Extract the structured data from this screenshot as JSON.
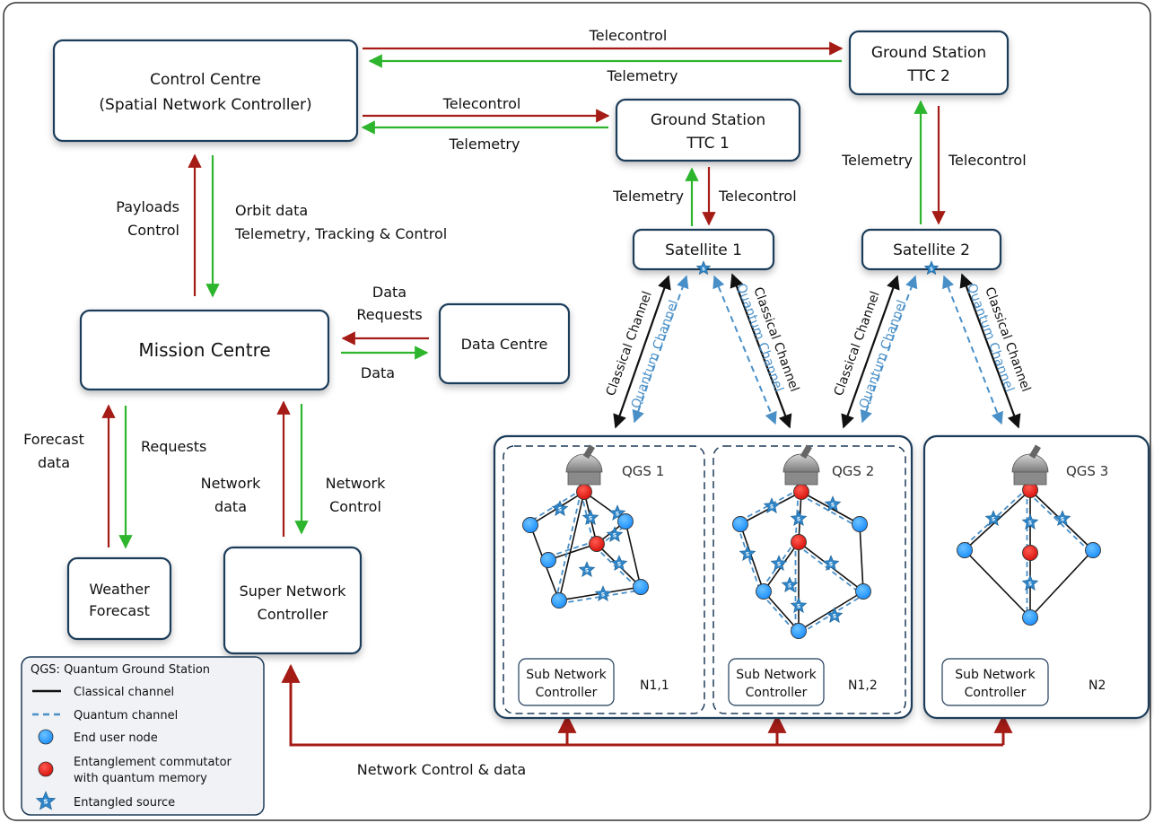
{
  "boxes": {
    "control_centre": {
      "line1": "Control Centre",
      "line2": "(Spatial Network Controller)"
    },
    "ground_station_1": {
      "line1": "Ground Station",
      "line2": "TTC 1"
    },
    "ground_station_2": {
      "line1": "Ground Station",
      "line2": "TTC 2"
    },
    "satellite_1": "Satellite 1",
    "satellite_2": "Satellite 2",
    "mission_centre": "Mission Centre",
    "data_centre": "Data Centre",
    "weather_forecast": {
      "line1": "Weather",
      "line2": "Forecast"
    },
    "super_network_controller": {
      "line1": "Super Network",
      "line2": "Controller"
    }
  },
  "links": {
    "telecontrol": "Telecontrol",
    "telemetry": "Telemetry",
    "payloads_control": {
      "line1": "Payloads",
      "line2": "Control"
    },
    "orbit_data": {
      "line1": "Orbit data",
      "line2": "Telemetry, Tracking & Control"
    },
    "data_requests": {
      "line1": "Data",
      "line2": "Requests"
    },
    "data": "Data",
    "forecast_data": {
      "line1": "Forecast",
      "line2": "data"
    },
    "requests": "Requests",
    "network_data": {
      "line1": "Network",
      "line2": "data"
    },
    "network_control": {
      "line1": "Network",
      "line2": "Control"
    },
    "network_control_data": "Network Control & data",
    "classical_channel": "Classical Channel",
    "quantum_channel": "Quantum Channel"
  },
  "networks": [
    {
      "qgs": "QGS 1",
      "sub_ctrl": {
        "line1": "Sub Network",
        "line2": "Controller"
      },
      "id": "N1,1"
    },
    {
      "qgs": "QGS 2",
      "sub_ctrl": {
        "line1": "Sub Network",
        "line2": "Controller"
      },
      "id": "N1,2"
    },
    {
      "qgs": "QGS 3",
      "sub_ctrl": {
        "line1": "Sub Network",
        "line2": "Controller"
      },
      "id": "N2"
    }
  ],
  "source_symbol": "S",
  "legend": {
    "qgs": "QGS:  Quantum Ground Station",
    "classical": "Classical channel",
    "quantum": "Quantum channel",
    "end_user": "End user node",
    "commutator_line1": "Entanglement commutator",
    "commutator_line2": "with quantum memory",
    "entangled": "Entangled source"
  },
  "colors": {
    "red_arrow": "#a51c16",
    "green_arrow": "#2db52d",
    "quantum": "#4a90c8",
    "node_blue": "#1e90ff",
    "node_red": "#e4140f",
    "box_border": "#1f3c5a"
  }
}
